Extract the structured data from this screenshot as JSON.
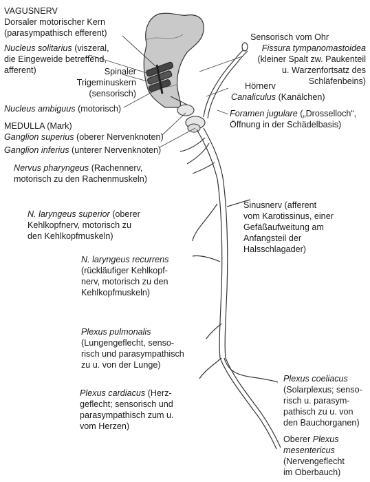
{
  "labels": {
    "vagusnerv": {
      "title": "VAGUSNERV",
      "text": "Dorsaler motorischer Kern\n(parasympathisch efferent)"
    },
    "nucleus_solitarius": {
      "italic": "Nucleus solitarius",
      "text": " (viszeral,\ndie Eingeweide betreffend,\nafferent)"
    },
    "spinaler_kern": {
      "text": "Spinaler\nTrigeminuskern\n(sensorisch)"
    },
    "nucleus_ambiguus": {
      "italic": "Nucleus ambiguus",
      "text": " (motorisch)"
    },
    "medulla": {
      "text": "MEDULLA (Mark)"
    },
    "ganglion_superius": {
      "italic": "Ganglion superius",
      "text": " (oberer Nervenknoten)"
    },
    "ganglion_inferius": {
      "italic": "Ganglion inferius",
      "text": " (unterer Nervenknoten)"
    },
    "nervus_pharyngeus": {
      "italic": "Nervus pharyngeus",
      "text": " (Rachennerv,\nmotorisch zu den Rachenmuskeln)"
    },
    "laryngeus_superior": {
      "italic": "N. laryngeus superior",
      "text": " (oberer\nKehlkopfnerv, motorisch zu\nden Kehlkopfmuskeln)"
    },
    "laryngeus_recurrens": {
      "italic": "N. laryngeus recurrens",
      "text": "\n(rückläufiger Kehlkopf-\nnerv, motorisch zu den\nKehlkopfmuskeln)"
    },
    "plexus_pulmonalis": {
      "italic": "Plexus pulmonalis",
      "text": "\n(Lungengeflecht, senso-\nrisch und parasympathisch\nzu u. von der Lunge)"
    },
    "plexus_cardiacus": {
      "italic": "Plexus cardiacus",
      "text": " (Herz-\ngeflecht; sensorisch und\nparasympathisch zum u.\nvom Herzen)"
    },
    "sensorisch_ohr": {
      "text": "Sensorisch vom Ohr"
    },
    "fissura": {
      "italic": "Fissura tympanomastoidea",
      "text": "\n(kleiner Spalt zw. Paukenteil\nu. Warzenfortsatz des\nSchläfenbeins)"
    },
    "hoernerv": {
      "text": "Hörnerv"
    },
    "canaliculus": {
      "italic": "Canaliculus",
      "text": " (Kanälchen)"
    },
    "foramen": {
      "italic": "Foramen jugulare",
      "text": " („Drosselloch“,\nÖffnung in der Schädelbasis)"
    },
    "sinusnerv": {
      "text": "Sinusnerv (afferent\nvom Karotissinus, einer\nGefäßaufweitung am\nAnfangsteil der\nHalsschlagader)"
    },
    "plexus_coeliacus": {
      "italic": "Plexus coeliacus",
      "text": "\n(Solarplexus; senso-\nrisch u. parasym-\npathisch zu u. von\nden Bauchorganen)"
    },
    "plexus_mesentericus": {
      "pre": "Oberer ",
      "italic": "Plexus\nmesentericus",
      "text": "\n(Nervengeflecht\nim Oberbauch)"
    }
  }
}
